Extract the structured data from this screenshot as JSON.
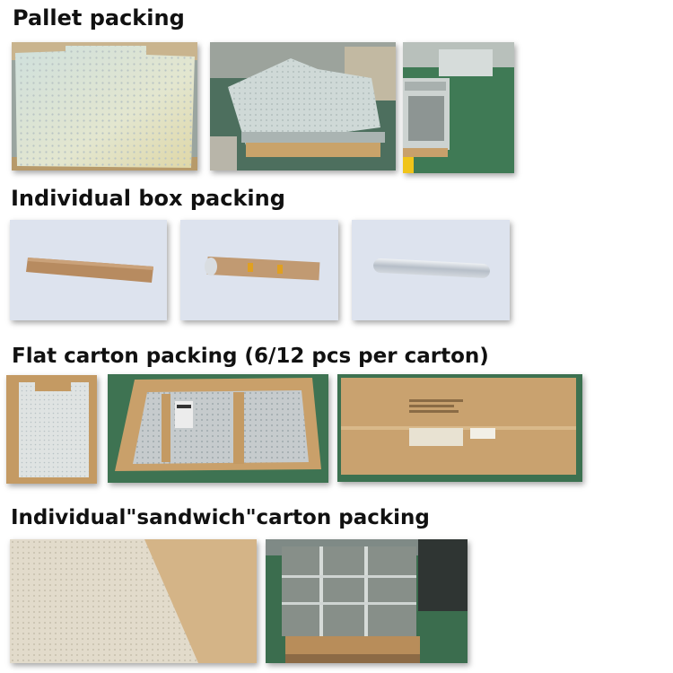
{
  "sections": [
    {
      "title": "Pallet packing",
      "photos": [
        "chair-mat-on-pallet-photo",
        "stacked-mats-on-pallet-photo",
        "wrapped-pallet-warehouse-photo"
      ]
    },
    {
      "title": "Individual box packing",
      "photos": [
        "brown-tube-box-photo",
        "rolled-mat-in-box-photo",
        "rolled-mat-unwrapped-photo"
      ]
    },
    {
      "title": "Flat carton packing (6/12 pcs per carton)",
      "photos": [
        "mat-in-open-carton-photo",
        "mats-in-flat-carton-photo",
        "sealed-flat-carton-photo"
      ]
    },
    {
      "title": "Individual\"sandwich\"carton packing",
      "photos": [
        "mat-on-cardboard-sheet-photo",
        "carton-stack-on-pallet-photo"
      ]
    }
  ]
}
